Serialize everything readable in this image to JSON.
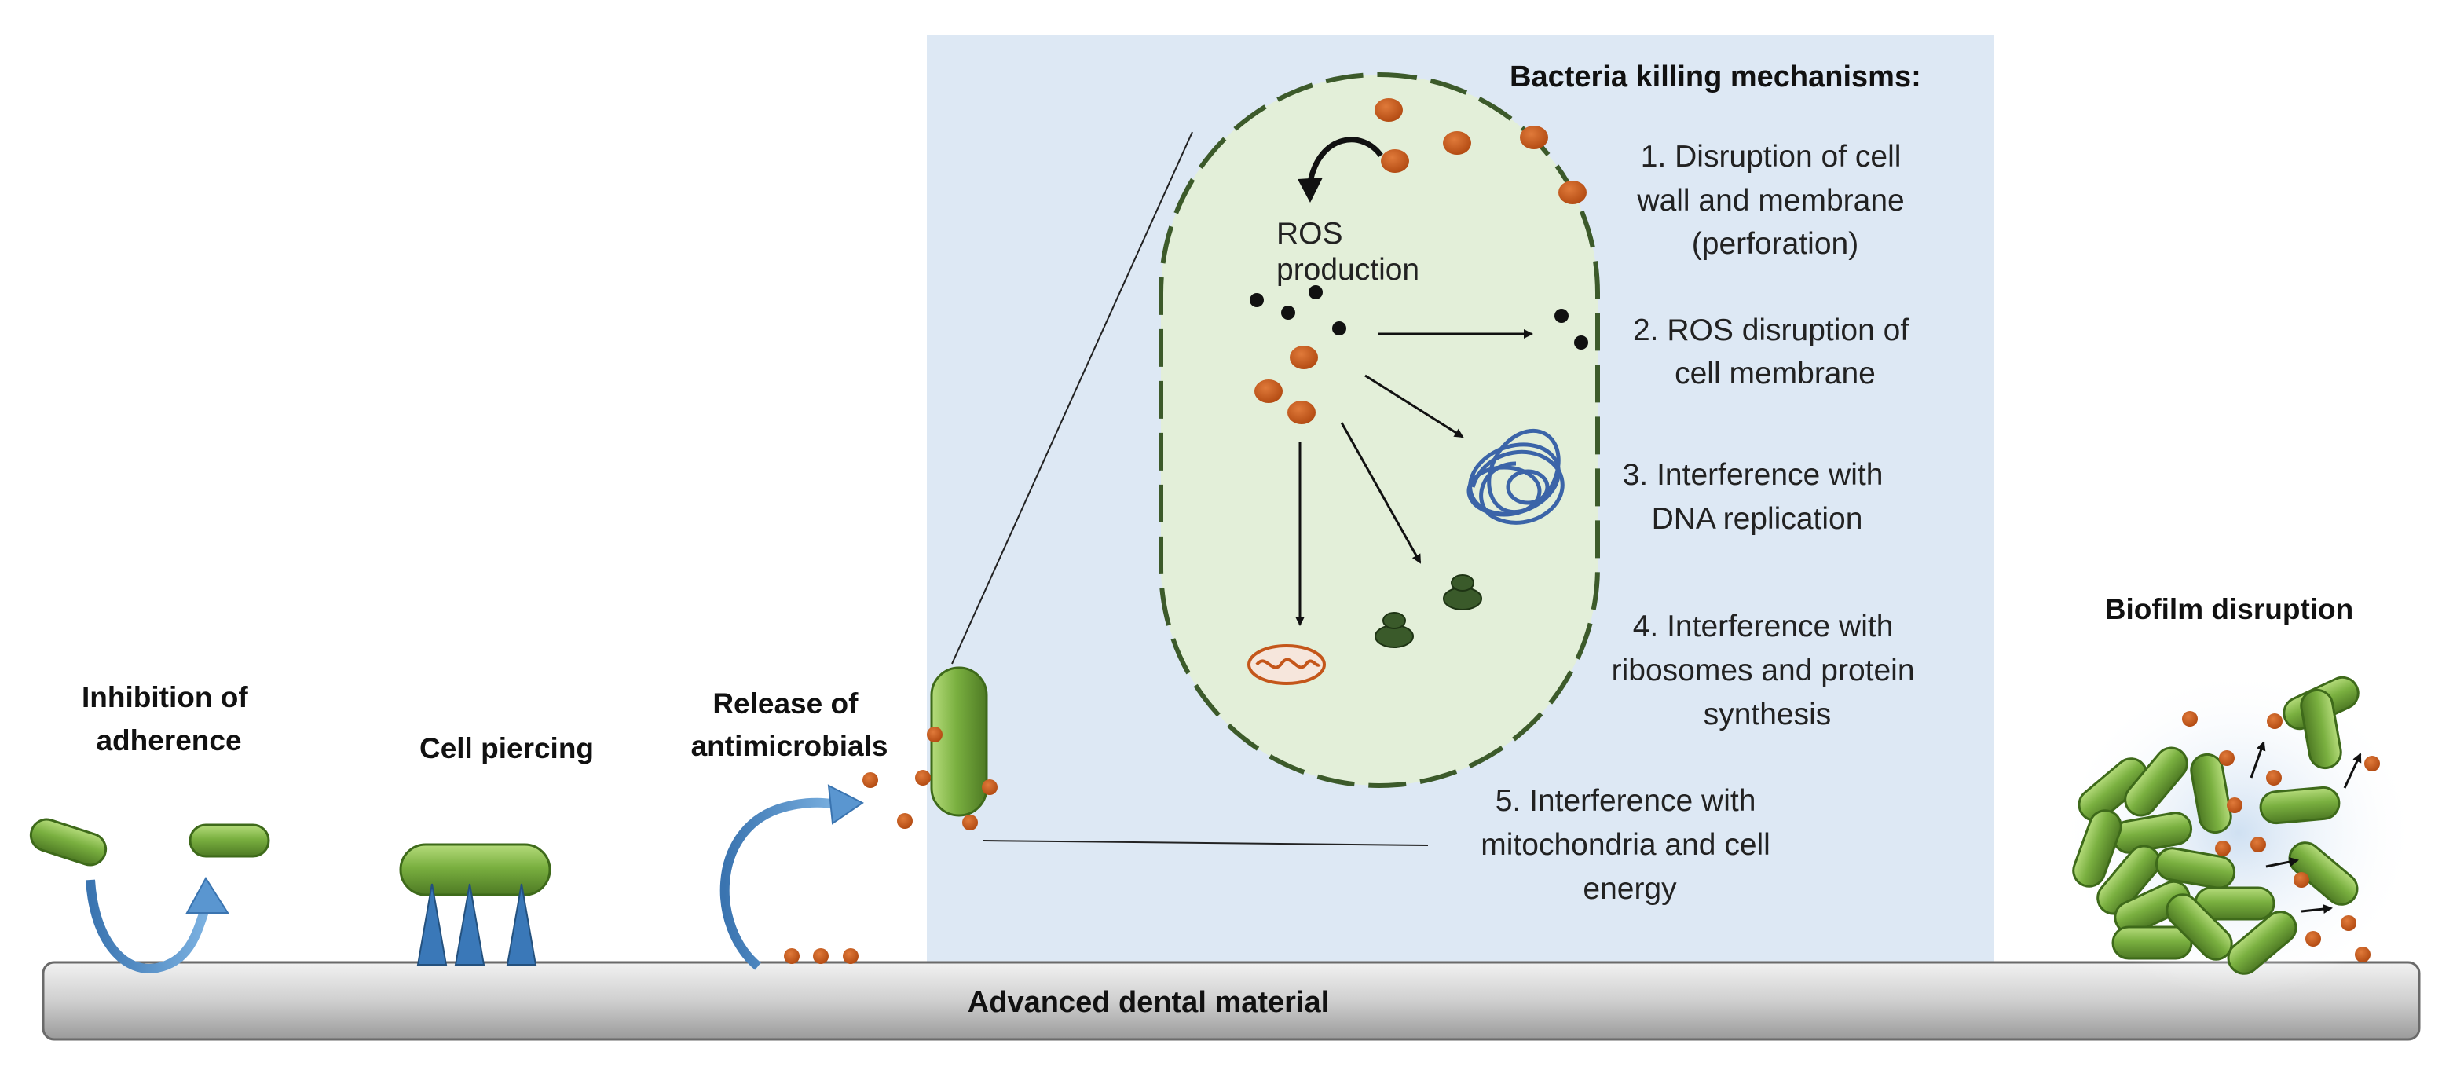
{
  "labels": {
    "inhibition": [
      "Inhibition of",
      "adherence"
    ],
    "piercing": [
      "Cell piercing"
    ],
    "release": [
      "Release of",
      "antimicrobials"
    ],
    "biofilm": [
      "Biofilm disruption"
    ],
    "substrate": "Advanced dental material",
    "ros": [
      "ROS",
      "production"
    ]
  },
  "panel": {
    "title": "Bacteria killing mechanisms:",
    "mechanisms": [
      [
        "1. Disruption of cell",
        "wall and membrane",
        "(perforation)"
      ],
      [
        "2. ROS disruption of",
        "cell membrane"
      ],
      [
        "3. Interference with",
        "DNA replication"
      ],
      [
        "4. Interference with",
        "ribosomes and protein",
        "synthesis"
      ],
      [
        "5. Interference with",
        "mitochondria and cell",
        "energy"
      ]
    ]
  },
  "colors": {
    "panel_bg": "#dde8f4",
    "cell_fill": "#e3efd9",
    "cell_border": "#3c5a2a",
    "bacterium": "#7ab040",
    "particle": "#c4561a",
    "arrow_blue": "#4a86c0",
    "dna": "#3b64a8",
    "ribosome": "#3a5a2a",
    "mitochondria": "#c4561a",
    "substrate": "#c8c8c8"
  },
  "icons": [
    "curved-arrow-icon",
    "spike-icon",
    "dna-icon",
    "ribosome-icon",
    "mitochondria-icon",
    "ros-dot-icon",
    "particle-icon",
    "bacterium-icon"
  ]
}
